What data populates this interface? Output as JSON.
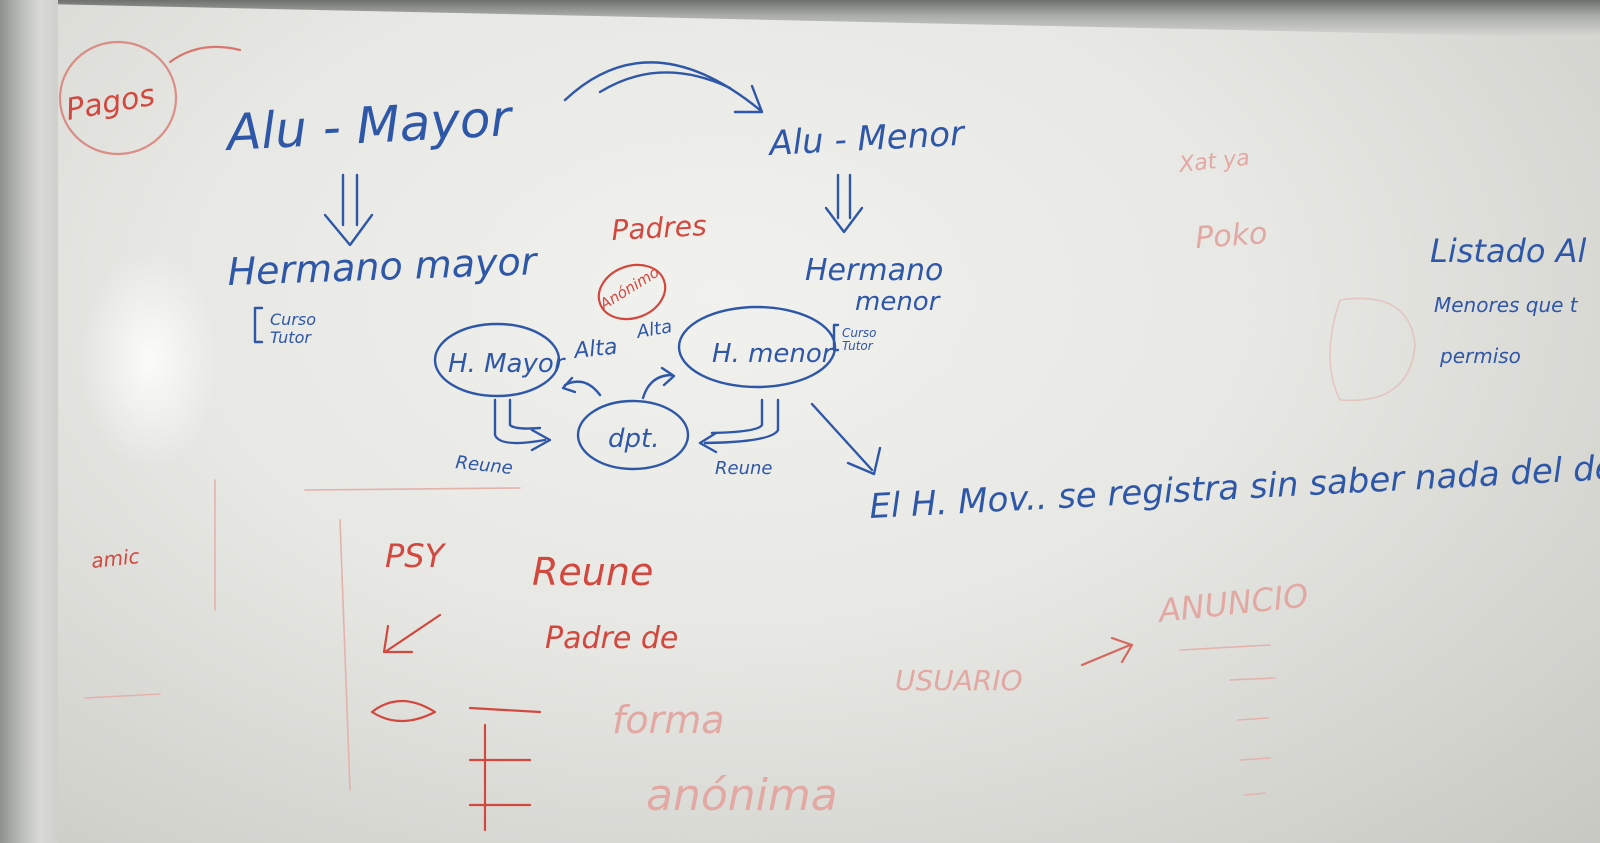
{
  "image": {
    "kind": "photo",
    "subject": "whiteboard"
  },
  "board": {
    "red_top": {
      "pagos": "Pagos"
    },
    "blue_top": {
      "alu_mayor": "Alu - Mayor",
      "alu_menor": "Alu - Menor",
      "hermano_mayor": "Hermano mayor",
      "hm_curso": "Curso",
      "hm_tutor": "Tutor",
      "hermano_menor_1": "Hermano",
      "hermano_menor_2": "menor",
      "hmen_curso": "Curso",
      "hmen_tutor": "Tutor"
    },
    "diagram": {
      "padres": "Padres",
      "anonimo": "Anónimo",
      "h_mayor": "H. Mayor",
      "h_menor": "H. menor",
      "dpt": "dpt.",
      "alta_left": "Alta",
      "alta_right": "Alta",
      "reune_left": "Reune",
      "reune_right": "Reune"
    },
    "right": {
      "xat_ya": "Xat ya",
      "poko": "Poko",
      "listado": "Listado Al",
      "menores": "Menores que t",
      "permiso": "permiso"
    },
    "note": "El H. Mov.. se registra sin saber nada del dep",
    "red_bottom": {
      "amic": "amic",
      "psy": "PSY",
      "reune": "Reune",
      "padre_de": "Padre de",
      "forma": "forma",
      "anonima": "anónima",
      "usuario": "USUARIO",
      "anuncio": "ANUNCIO"
    }
  }
}
